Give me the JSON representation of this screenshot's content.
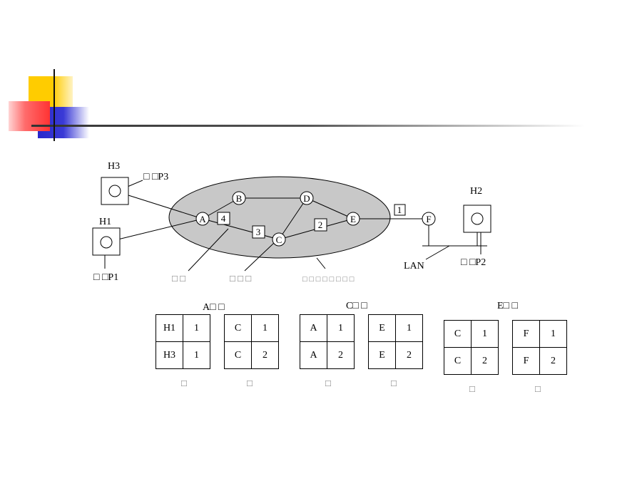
{
  "decoration": {
    "colors": {
      "yellow": "#ffcc00",
      "red": "#ff3333",
      "blue": "#2828cc",
      "rule": "#333333"
    }
  },
  "diagram": {
    "hosts": {
      "h3": "H3",
      "h1": "H1",
      "h2": "H2"
    },
    "routers": {
      "a": "A",
      "b": "B",
      "c": "C",
      "d": "D",
      "e": "E",
      "f": "F"
    },
    "boxes": {
      "b4": "4",
      "b3": "3",
      "b2": "2",
      "b1": "1"
    },
    "process_p3": "□ □P3",
    "process_p1": "□ □P1",
    "process_p2": "□ □P2",
    "lan": "LAN",
    "caption_router": "□ □",
    "caption_switch": "□ □ □",
    "caption_subnet": "□ □ □ □ □ □ □ □"
  },
  "tables": {
    "a_title": "A□ □",
    "c_title": "C□ □",
    "e_title": "E□ □",
    "a_left": [
      [
        "H1",
        "1"
      ],
      [
        "H3",
        "1"
      ]
    ],
    "a_right": [
      [
        "C",
        "1"
      ],
      [
        "C",
        "2"
      ]
    ],
    "c_left": [
      [
        "A",
        "1"
      ],
      [
        "A",
        "2"
      ]
    ],
    "c_right": [
      [
        "E",
        "1"
      ],
      [
        "E",
        "2"
      ]
    ],
    "e_left": [
      [
        "C",
        "1"
      ],
      [
        "C",
        "2"
      ]
    ],
    "e_right": [
      [
        "F",
        "1"
      ],
      [
        "F",
        "2"
      ]
    ],
    "captions": {
      "a1": "□",
      "a2": "□",
      "c1": "□",
      "c2": "□",
      "e1": "□",
      "e2": "□"
    }
  }
}
